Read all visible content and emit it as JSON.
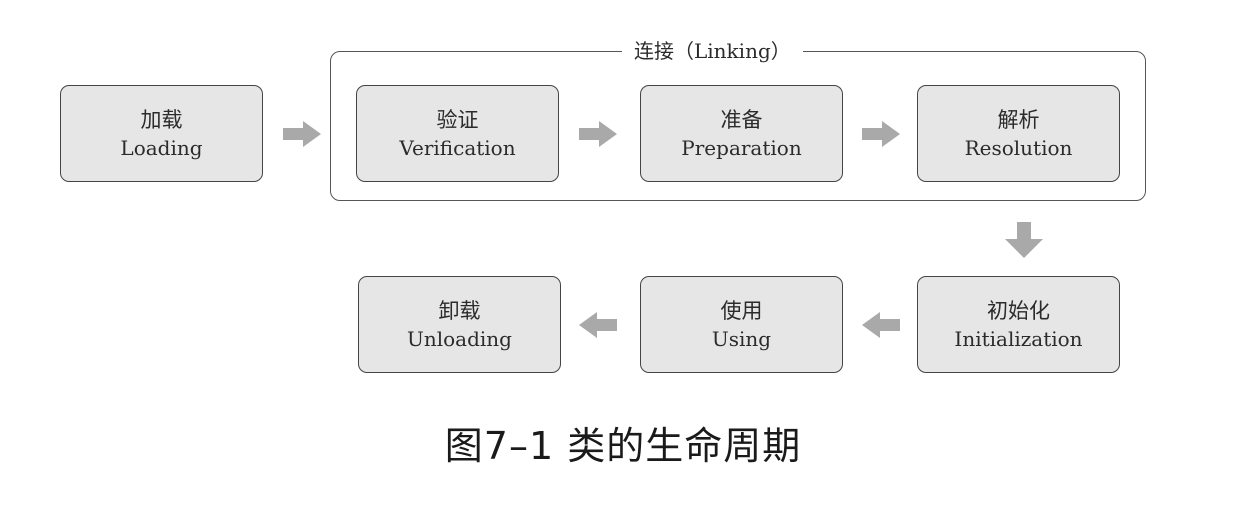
{
  "group": {
    "label": "连接（Linking）"
  },
  "nodes": {
    "loading": {
      "zh": "加载",
      "en": "Loading"
    },
    "verification": {
      "zh": "验证",
      "en": "Verification"
    },
    "preparation": {
      "zh": "准备",
      "en": "Preparation"
    },
    "resolution": {
      "zh": "解析",
      "en": "Resolution"
    },
    "initialization": {
      "zh": "初始化",
      "en": "Initialization"
    },
    "using": {
      "zh": "使用",
      "en": "Using"
    },
    "unloading": {
      "zh": "卸载",
      "en": "Unloading"
    }
  },
  "arrow_icons": [
    "arrow-right-icon",
    "arrow-down-icon",
    "arrow-left-icon"
  ],
  "colors": {
    "node_fill": "#e6e6e6",
    "node_border": "#444444",
    "arrow": "#a9a9a9"
  },
  "caption": "图7–1 类的生命周期"
}
